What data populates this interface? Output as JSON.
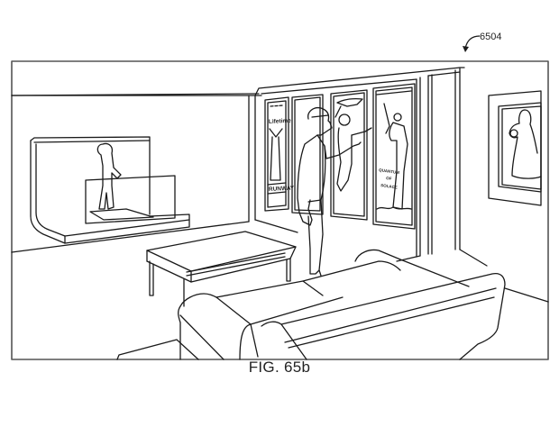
{
  "figure": {
    "reference_numeral": "6504",
    "caption": "FIG. 65b"
  },
  "scene": {
    "description": "Living room with user wearing head-mounted display viewing virtual posters and a holographic figure",
    "elements": {
      "wall_display_left": "holographic display shelf with figure",
      "user": "person wearing headset pointing at posters",
      "coffee_table": "rectangular coffee table",
      "sofa": "sofa in foreground",
      "wall_art_right": "framed picture"
    }
  },
  "posters": [
    {
      "id": "poster-1",
      "title_top": "Lifetime",
      "title_bottom": "RUNWAY"
    },
    {
      "id": "poster-2",
      "title_top": "",
      "title_bottom": ""
    },
    {
      "id": "poster-3",
      "title_top": "",
      "title_bottom": ""
    },
    {
      "id": "poster-4",
      "line1": "QUANTUM",
      "line2": "OF",
      "line3": "SOLACE"
    }
  ],
  "colors": {
    "line": "#1a1a1a",
    "background": "#ffffff",
    "frame": "#555555"
  }
}
